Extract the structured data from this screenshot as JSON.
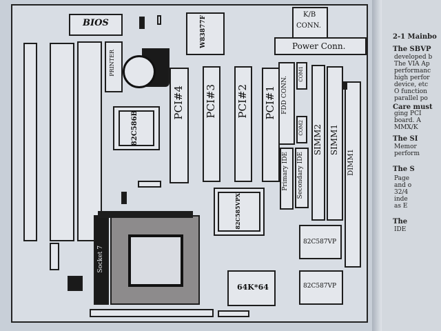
{
  "labels": {
    "bios": "BIOS",
    "kb_conn": "K/B",
    "kb_conn2": "CONN.",
    "w83877f": "W83877F",
    "printer": "PRINTER",
    "power_conn": "Power Conn.",
    "com1": "COM1",
    "com2": "COM2",
    "fdd_conn": "FDD CONN.",
    "pci4": "PCI#4",
    "pci3": "PCI#3",
    "pci2": "PCI#2",
    "pci1": "PCI#1",
    "chip_586b": "82C586B",
    "chip_585": "82C585VPX",
    "chip_587a": "82C587VP",
    "chip_587b": "82C587VP",
    "simm1": "SIMM1",
    "simm2": "SIMM2",
    "dimm": "DIMM1",
    "secondary_ide": "Secondary IDE",
    "primary_ide": "Primary IDE",
    "socket7": "Socket 7",
    "cache": "64K*64"
  },
  "side_text": [
    {
      "text": "2-1 Mainbo",
      "heading": true
    },
    {
      "text": "The SBVP",
      "heading": true
    },
    {
      "text": "developed b",
      "heading": false
    },
    {
      "text": "The VIA Ap",
      "heading": false
    },
    {
      "text": "performanc",
      "heading": false
    },
    {
      "text": "high perfor",
      "heading": false
    },
    {
      "text": "device, etc",
      "heading": false
    },
    {
      "text": "O function",
      "heading": false
    },
    {
      "text": "parallel po",
      "heading": false
    },
    {
      "text": "Care must",
      "heading": true
    },
    {
      "text": "ging PCI",
      "heading": false
    },
    {
      "text": "board. A",
      "heading": false
    },
    {
      "text": "MMX/K",
      "heading": false
    },
    {
      "text": "The SI",
      "heading": true
    },
    {
      "text": "Memor",
      "heading": false
    },
    {
      "text": "perform",
      "heading": false
    },
    {
      "text": "The S",
      "heading": true
    },
    {
      "text": "Page",
      "heading": false
    },
    {
      "text": "and o",
      "heading": false
    },
    {
      "text": "32/4",
      "heading": false
    },
    {
      "text": "inde",
      "heading": false
    },
    {
      "text": "as E",
      "heading": false
    },
    {
      "text": "The",
      "heading": true
    },
    {
      "text": "IDE",
      "heading": false
    }
  ]
}
